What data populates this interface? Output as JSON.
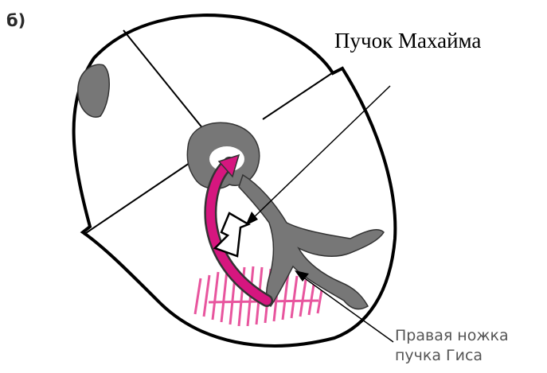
{
  "panel_letter": "б)",
  "labels": {
    "mahaim_bundle": "Пучок Махайма",
    "right_bundle_branch_line1": "Правая ножка",
    "right_bundle_branch_line2": "пучка Гиса"
  },
  "colors": {
    "outline": "#000000",
    "node_gray": "#777777",
    "conduction_magenta": "#d6167f",
    "hatch_pink": "#e8559e",
    "background": "#ffffff"
  }
}
